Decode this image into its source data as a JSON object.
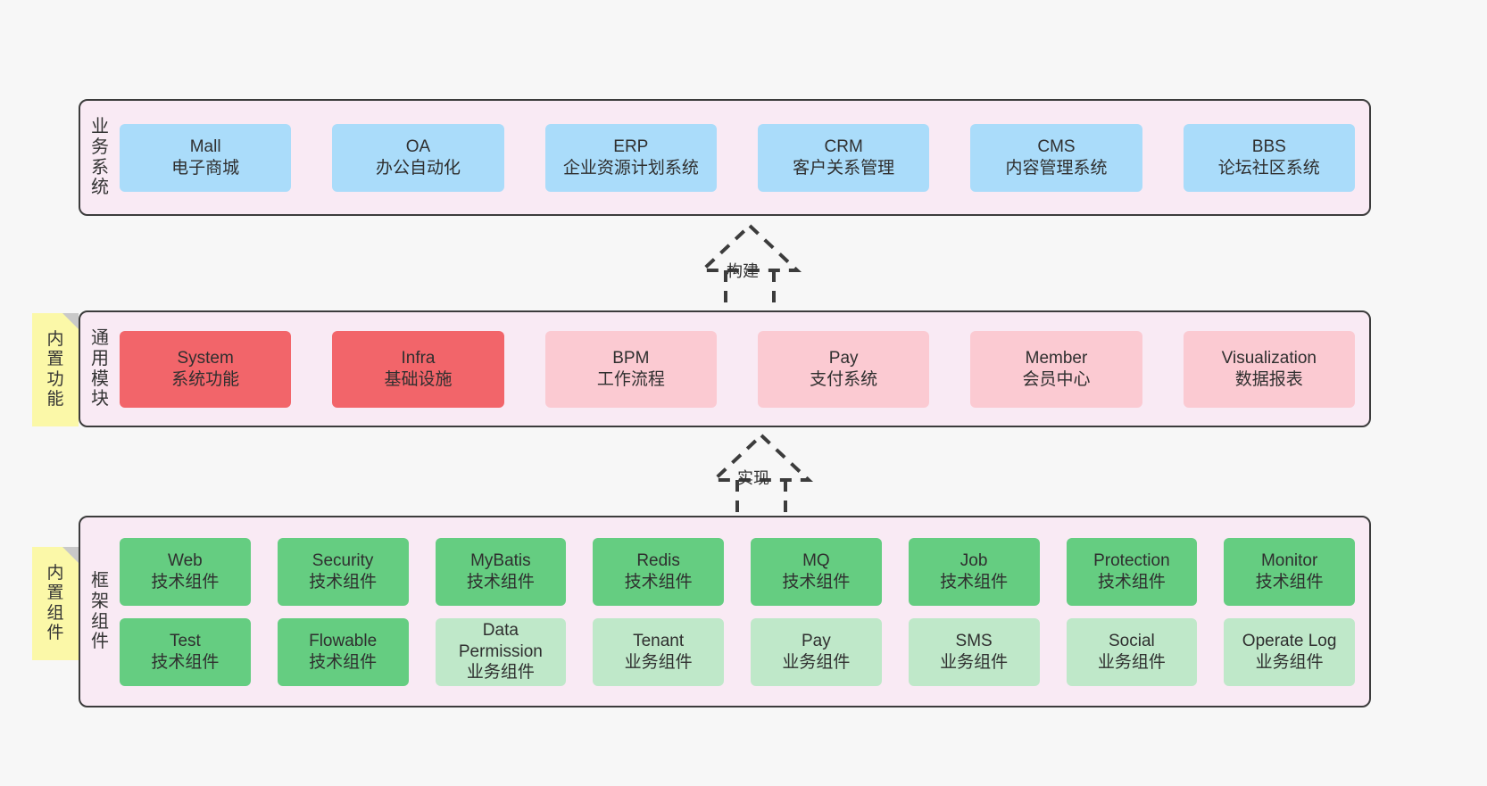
{
  "diagram": {
    "background": "#f7f7f7",
    "panel_fill": "#f9eaf4",
    "panel_border": "#3c3c3c"
  },
  "layers": [
    {
      "id": "business",
      "title_chars": [
        "业",
        "务",
        "系",
        "统"
      ],
      "rows": [
        {
          "nodes": [
            {
              "en": "Mall",
              "cn": "电子商城",
              "color": "#aadcfa"
            },
            {
              "en": "OA",
              "cn": "办公自动化",
              "color": "#aadcfa"
            },
            {
              "en": "ERP",
              "cn": "企业资源计划系统",
              "color": "#aadcfa"
            },
            {
              "en": "CRM",
              "cn": "客户关系管理",
              "color": "#aadcfa"
            },
            {
              "en": "CMS",
              "cn": "内容管理系统",
              "color": "#aadcfa"
            },
            {
              "en": "BBS",
              "cn": "论坛社区系统",
              "color": "#aadcfa"
            }
          ]
        }
      ]
    },
    {
      "id": "modules",
      "title_chars": [
        "通",
        "用",
        "模",
        "块"
      ],
      "rows": [
        {
          "nodes": [
            {
              "en": "System",
              "cn": "系统功能",
              "color": "#f2656a"
            },
            {
              "en": "Infra",
              "cn": "基础设施",
              "color": "#f2656a"
            },
            {
              "en": "BPM",
              "cn": "工作流程",
              "color": "#fbcad2"
            },
            {
              "en": "Pay",
              "cn": "支付系统",
              "color": "#fbcad2"
            },
            {
              "en": "Member",
              "cn": "会员中心",
              "color": "#fbcad2"
            },
            {
              "en": "Visualization",
              "cn": "数据报表",
              "color": "#fbcad2"
            }
          ]
        }
      ]
    },
    {
      "id": "components",
      "title_chars": [
        "框",
        "架",
        "组",
        "件"
      ],
      "rows": [
        {
          "nodes": [
            {
              "en": "Web",
              "cn": "技术组件",
              "color": "#65cd81"
            },
            {
              "en": "Security",
              "cn": "技术组件",
              "color": "#65cd81"
            },
            {
              "en": "MyBatis",
              "cn": "技术组件",
              "color": "#65cd81"
            },
            {
              "en": "Redis",
              "cn": "技术组件",
              "color": "#65cd81"
            },
            {
              "en": "MQ",
              "cn": "技术组件",
              "color": "#65cd81"
            },
            {
              "en": "Job",
              "cn": "技术组件",
              "color": "#65cd81"
            },
            {
              "en": "Protection",
              "cn": "技术组件",
              "color": "#65cd81"
            },
            {
              "en": "Monitor",
              "cn": "技术组件",
              "color": "#65cd81"
            }
          ]
        },
        {
          "nodes": [
            {
              "en": "Test",
              "cn": "技术组件",
              "color": "#65cd81"
            },
            {
              "en": "Flowable",
              "cn": "技术组件",
              "color": "#65cd81"
            },
            {
              "en": "Data Permission",
              "cn": "业务组件",
              "color": "#bfe8c9"
            },
            {
              "en": "Tenant",
              "cn": "业务组件",
              "color": "#bfe8c9"
            },
            {
              "en": "Pay",
              "cn": "业务组件",
              "color": "#bfe8c9"
            },
            {
              "en": "SMS",
              "cn": "业务组件",
              "color": "#bfe8c9"
            },
            {
              "en": "Social",
              "cn": "业务组件",
              "color": "#bfe8c9"
            },
            {
              "en": "Operate Log",
              "cn": "业务组件",
              "color": "#bfe8c9"
            }
          ]
        }
      ]
    }
  ],
  "sticky_notes": [
    {
      "id": "modules",
      "chars": [
        "内",
        "置",
        "功",
        "能"
      ],
      "color": "#fbf8a8"
    },
    {
      "id": "components",
      "chars": [
        "内",
        "置",
        "组",
        "件"
      ],
      "color": "#fbf8a8"
    }
  ],
  "connectors": [
    {
      "id": "build",
      "label": "构建",
      "style": "dashed-generalization",
      "color": "#3c3c3c"
    },
    {
      "id": "impl",
      "label": "实现",
      "style": "dashed-generalization",
      "color": "#3c3c3c"
    }
  ]
}
